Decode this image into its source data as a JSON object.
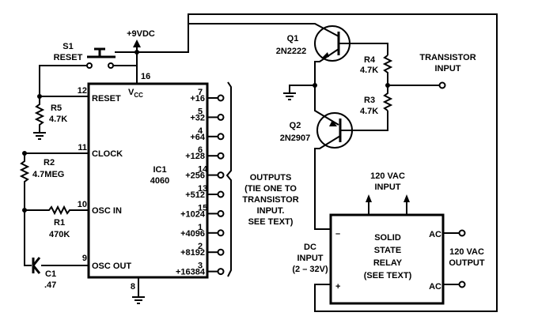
{
  "supply": {
    "label": "+9VDC"
  },
  "switch": {
    "ref": "S1",
    "name": "RESET"
  },
  "ic": {
    "ref": "IC1",
    "part": "4060",
    "vcc_label": "V",
    "vcc_sub": "CC",
    "vcc_pin": "16",
    "gnd_pin": "8",
    "left_pins": [
      {
        "num": "12",
        "name": "RESET"
      },
      {
        "num": "11",
        "name": "CLOCK"
      },
      {
        "num": "10",
        "name": "OSC IN"
      },
      {
        "num": "9",
        "name": "OSC OUT"
      }
    ],
    "outputs": [
      {
        "num": "7",
        "div": "+16"
      },
      {
        "num": "5",
        "div": "+32"
      },
      {
        "num": "4",
        "div": "+64"
      },
      {
        "num": "6",
        "div": "+128"
      },
      {
        "num": "14",
        "div": "+256"
      },
      {
        "num": "13",
        "div": "+512"
      },
      {
        "num": "15",
        "div": "+1024"
      },
      {
        "num": "1",
        "div": "+4096"
      },
      {
        "num": "2",
        "div": "+8192"
      },
      {
        "num": "3",
        "div": "+16384"
      }
    ]
  },
  "components": {
    "R5": {
      "ref": "R5",
      "value": "4.7K"
    },
    "R2": {
      "ref": "R2",
      "value": "4.7MEG"
    },
    "R1": {
      "ref": "R1",
      "value": "470K"
    },
    "C1": {
      "ref": "C1",
      "value": ".47"
    },
    "R4": {
      "ref": "R4",
      "value": "4.7K"
    },
    "R3": {
      "ref": "R3",
      "value": "4.7K"
    },
    "Q1": {
      "ref": "Q1",
      "part": "2N2222"
    },
    "Q2": {
      "ref": "Q2",
      "part": "2N2907"
    }
  },
  "outputs_note": [
    "OUTPUTS",
    "(TIE ONE TO",
    "TRANSISTOR",
    "INPUT.",
    "SEE TEXT)"
  ],
  "transistor_input": [
    "TRANSISTOR",
    "INPUT"
  ],
  "dc_input": [
    "DC",
    "INPUT",
    "(2 – 32V)"
  ],
  "relay": {
    "text": [
      "SOLID",
      "STATE",
      "RELAY",
      "(SEE TEXT)"
    ],
    "minus": "–",
    "plus": "+",
    "ac_top": "AC",
    "ac_bottom": "AC"
  },
  "vac_input": [
    "120 VAC",
    "INPUT"
  ],
  "vac_output": [
    "120 VAC",
    "OUTPUT"
  ]
}
